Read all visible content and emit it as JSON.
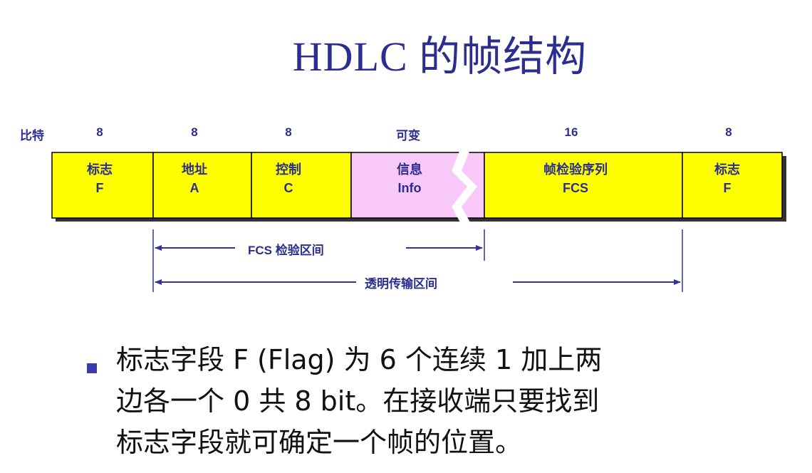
{
  "title": "HDLC 的帧结构",
  "diagram": {
    "bits_label": "比特",
    "fields": [
      {
        "bits": "8",
        "name": "标志",
        "abbr": "F"
      },
      {
        "bits": "8",
        "name": "地址",
        "abbr": "A"
      },
      {
        "bits": "8",
        "name": "控制",
        "abbr": "C"
      },
      {
        "bits": "可变",
        "name": "信息",
        "abbr": "Info"
      },
      {
        "bits": "16",
        "name": "帧检验序列",
        "abbr": "FCS"
      },
      {
        "bits": "8",
        "name": "标志",
        "abbr": "F"
      }
    ],
    "ranges": [
      {
        "label": "FCS 检验区间"
      },
      {
        "label": "透明传输区间"
      }
    ],
    "colors": {
      "field_fill": "#ffff00",
      "info_fill": "#f8c8f8",
      "text": "#2b2e8f",
      "arrow": "#3333a0"
    }
  },
  "bullet": {
    "text": "标志字段 F (Flag) 为 6 个连续 1 加上两\n边各一个 0 共 8 bit。在接收端只要找到\n标志字段就可确定一个帧的位置。"
  }
}
